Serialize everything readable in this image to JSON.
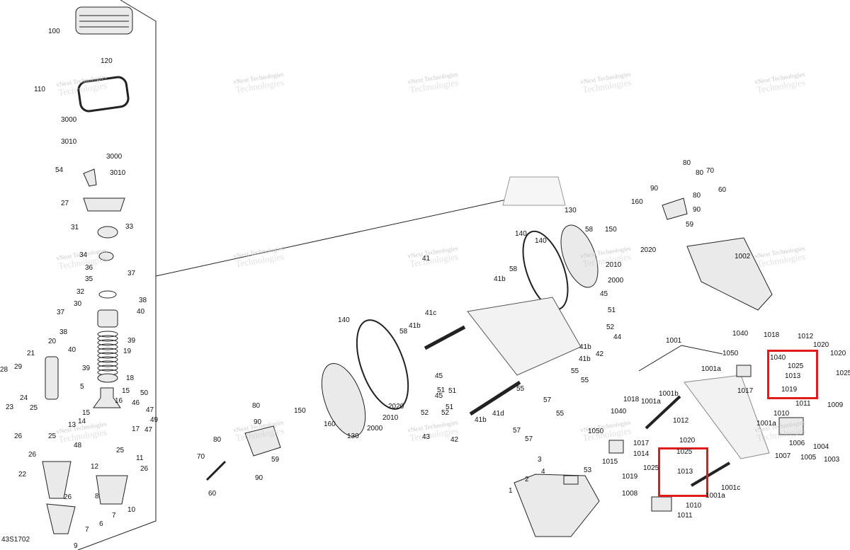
{
  "diagram": {
    "code": "43S1702",
    "watermark": {
      "line1": "vNext Technologies",
      "line2": "Technologies"
    },
    "labels": [
      "100",
      "120",
      "110",
      "3000",
      "3010",
      "3000",
      "54",
      "3010",
      "27",
      "31",
      "33",
      "34",
      "36",
      "35",
      "37",
      "32",
      "38",
      "40",
      "30",
      "37",
      "39",
      "38",
      "19",
      "20",
      "40",
      "39",
      "21",
      "18",
      "28",
      "29",
      "5",
      "16",
      "15",
      "24",
      "50",
      "25",
      "23",
      "14",
      "46",
      "15",
      "26",
      "13",
      "47",
      "49",
      "48",
      "17",
      "47",
      "25",
      "26",
      "25",
      "11",
      "12",
      "22",
      "26",
      "8",
      "10",
      "26",
      "7",
      "6",
      "7",
      "9",
      "41",
      "58",
      "41b",
      "41c",
      "140",
      "58",
      "41b",
      "140",
      "150",
      "160",
      "130",
      "80",
      "70",
      "80",
      "90",
      "59",
      "60",
      "80",
      "90",
      "45",
      "51",
      "51",
      "52",
      "2020",
      "2010",
      "2000",
      "45",
      "51",
      "52",
      "43",
      "42",
      "41b",
      "41d",
      "55",
      "55",
      "57",
      "57",
      "55",
      "57",
      "3",
      "4",
      "53",
      "2",
      "1",
      "140",
      "130",
      "58",
      "41b",
      "150",
      "2020",
      "2010",
      "2000",
      "45",
      "51",
      "52",
      "44",
      "42",
      "41b",
      "55",
      "80",
      "90",
      "80",
      "70",
      "60",
      "90",
      "59",
      "160",
      "1002",
      "1001",
      "1001a",
      "1017",
      "1040",
      "1018",
      "1050",
      "1012",
      "1020",
      "1040",
      "1025",
      "1013",
      "1019",
      "1020",
      "1025",
      "1011",
      "1009",
      "1010",
      "1001a",
      "1006",
      "1004",
      "1007",
      "1005",
      "1003",
      "1018",
      "1001b",
      "1040",
      "1001a",
      "1012",
      "1020",
      "1017",
      "1014",
      "1025",
      "1025",
      "1013",
      "1019",
      "1001c",
      "1001a",
      "1008",
      "1010",
      "1011",
      "1050",
      "1015"
    ]
  }
}
